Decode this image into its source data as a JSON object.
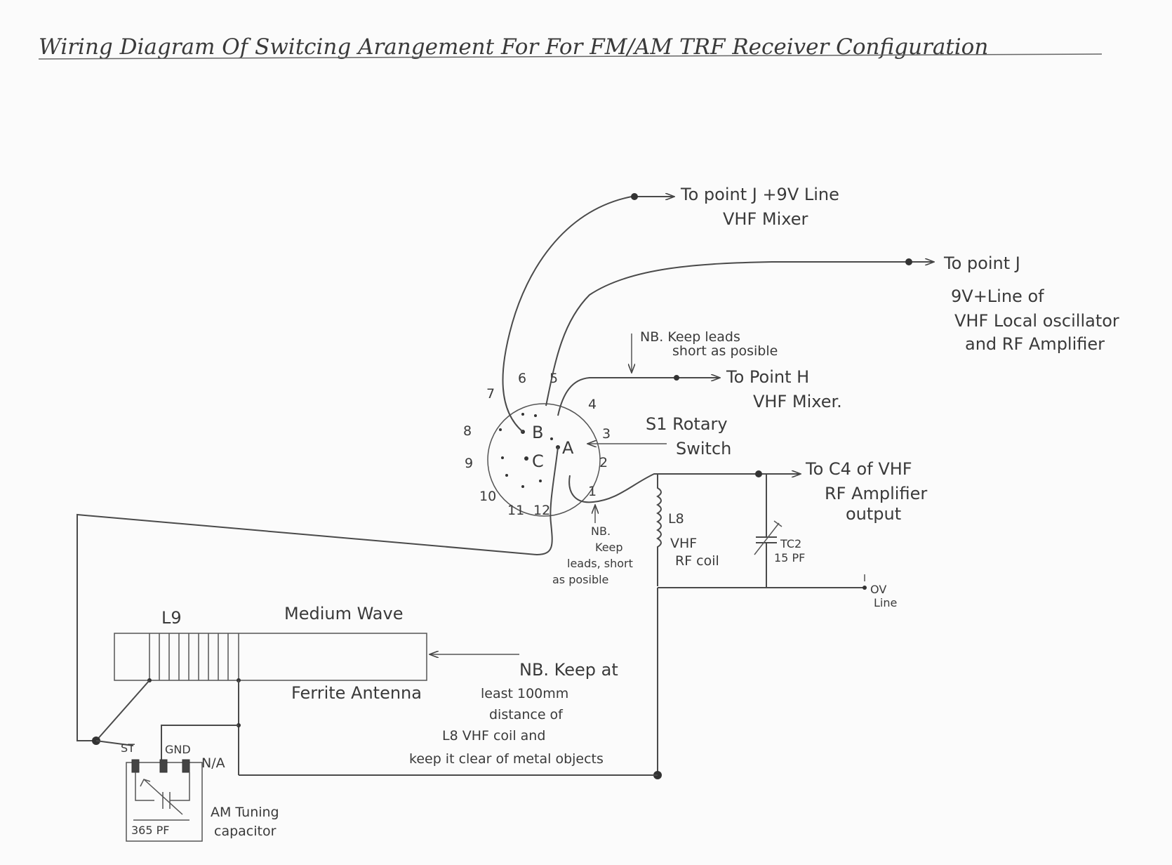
{
  "title": "Wiring Diagram Of Switcing Arangement For For FM/AM TRF Receiver Configuration",
  "switch": {
    "pins": [
      "1",
      "2",
      "3",
      "4",
      "5",
      "6",
      "7",
      "8",
      "9",
      "10",
      "11",
      "12"
    ],
    "poles": [
      "A",
      "B",
      "C"
    ],
    "label_line1": "S1 Rotary",
    "label_line2": "Switch"
  },
  "connections": {
    "to_j_mixer_1": "To point J +9V Line",
    "to_j_mixer_2": "VHF Mixer",
    "to_j_osc_1": "To point J",
    "to_j_osc_2": "9V+Line of",
    "to_j_osc_3": "VHF Local oscillator",
    "to_j_osc_4": "and RF Amplifier",
    "to_h_1": "To Point H",
    "to_h_2": "VHF Mixer.",
    "to_c4_1": "To C4 of VHF",
    "to_c4_2": "RF Amplifier",
    "to_c4_3": "output",
    "ov_1": "OV",
    "ov_2": "Line"
  },
  "notes": {
    "nb_top_1": "NB. Keep leads",
    "nb_top_2": "short as posible",
    "nb_mid_1": "NB.",
    "nb_mid_2": "Keep",
    "nb_mid_3": "leads, short",
    "nb_mid_4": "as posible",
    "nb_bottom_1": "NB. Keep at",
    "nb_bottom_2": "least 100mm",
    "nb_bottom_3": "distance of",
    "nb_bottom_4": "L8 VHF coil and",
    "nb_bottom_5": "keep it clear of metal objects"
  },
  "components": {
    "l8_1": "L8",
    "l8_2": "VHF",
    "l8_3": "RF coil",
    "tc2_1": "TC2",
    "tc2_2": "15 PF",
    "l9": "L9",
    "mw": "Medium Wave",
    "ferrite": "Ferrite Antenna",
    "cap_value": "365 PF",
    "cap_st": "ST",
    "cap_gnd": "GND",
    "cap_na": "N/A",
    "cap_label_1": "AM Tuning",
    "cap_label_2": "capacitor"
  }
}
